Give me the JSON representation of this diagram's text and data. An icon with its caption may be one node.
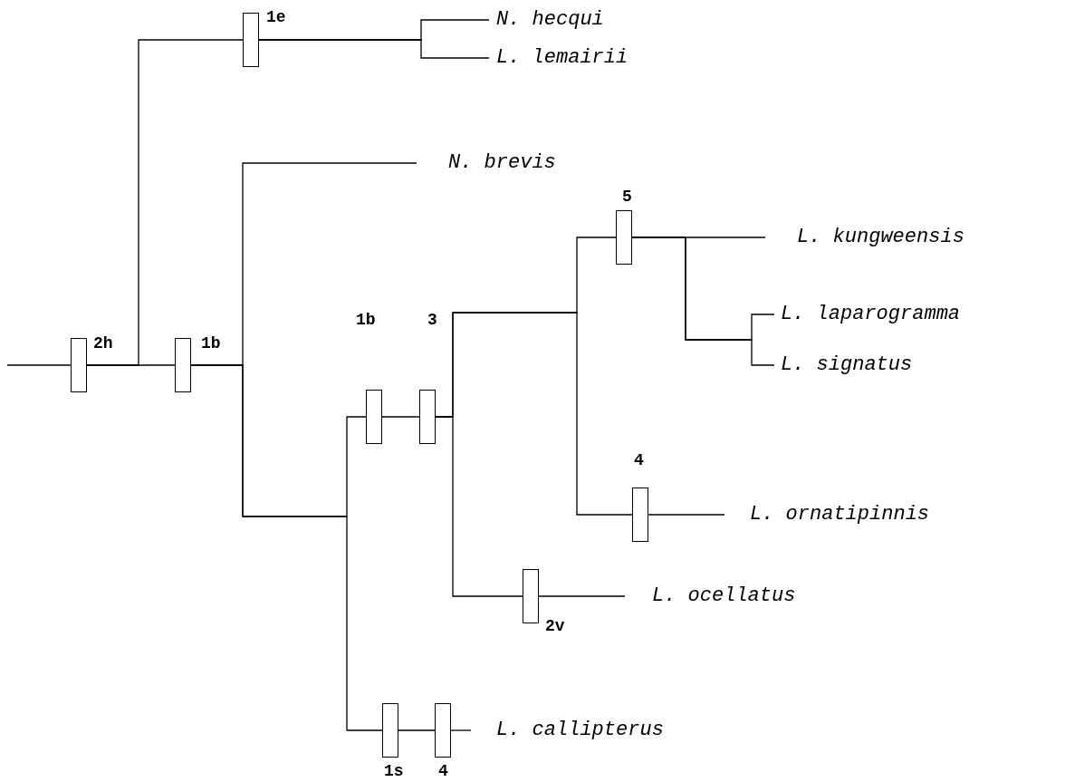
{
  "diagram": {
    "nodes": [
      {
        "text": [],
        "shape": "bar",
        "beside": [
          "2h"
        ]
      },
      {
        "text": [],
        "shape": "bar",
        "beside": [
          "1e"
        ]
      },
      {
        "text": [
          "N. hecqui"
        ]
      },
      {
        "text": [
          "L. lemairii"
        ]
      },
      {
        "text": [],
        "shape": "bar",
        "beside": [
          "1b"
        ]
      },
      {
        "text": [
          "N. brevis"
        ]
      },
      {
        "text": [],
        "shape": "bar",
        "beside": [
          "1b"
        ]
      },
      {
        "text": [],
        "shape": "bar",
        "beside": [
          "3"
        ]
      },
      {
        "text": [],
        "shape": "bar",
        "beside": [
          "5"
        ]
      },
      {
        "text": [
          "L. kungweensis"
        ]
      },
      {
        "text": [
          "L. laparogramma"
        ]
      },
      {
        "text": [
          "L. signatus"
        ]
      },
      {
        "text": [],
        "shape": "bar",
        "beside": [
          "4"
        ]
      },
      {
        "text": [
          "L. ornatipinnis"
        ]
      },
      {
        "text": [],
        "shape": "bar",
        "beside": [
          "2v"
        ]
      },
      {
        "text": [
          "L. ocellatus"
        ]
      },
      {
        "text": [],
        "shape": "bar",
        "beside": [
          "1s"
        ]
      },
      {
        "text": [],
        "shape": "bar",
        "beside": [
          "4"
        ]
      },
      {
        "text": [
          "L. callipterus"
        ]
      }
    ],
    "edges": [
      {
        "from": null,
        "to": 0,
        "arrow": "none"
      },
      {
        "from": 0,
        "to": 1,
        "arrow": "none"
      },
      {
        "from": 0,
        "to": 4,
        "arrow": "none"
      },
      {
        "from": 1,
        "to": 2,
        "arrow": "none"
      },
      {
        "from": 1,
        "to": 3,
        "arrow": "none"
      },
      {
        "from": 4,
        "to": 5,
        "arrow": "none"
      },
      {
        "from": 4,
        "to": 6,
        "arrow": "none"
      },
      {
        "from": 4,
        "to": 16,
        "arrow": "none"
      },
      {
        "from": 6,
        "to": 7,
        "arrow": "none"
      },
      {
        "from": 7,
        "to": 8,
        "arrow": "none"
      },
      {
        "from": 7,
        "to": 12,
        "arrow": "none"
      },
      {
        "from": 7,
        "to": 14,
        "arrow": "none"
      },
      {
        "from": 8,
        "to": 9,
        "arrow": "none"
      },
      {
        "from": 8,
        "to": 10,
        "arrow": "none"
      },
      {
        "from": 8,
        "to": 11,
        "arrow": "none"
      },
      {
        "from": 12,
        "to": 13,
        "arrow": "none"
      },
      {
        "from": 14,
        "to": 15,
        "arrow": "none"
      },
      {
        "from": 16,
        "to": 17,
        "arrow": "none"
      },
      {
        "from": 17,
        "to": 18,
        "arrow": "none"
      }
    ]
  }
}
